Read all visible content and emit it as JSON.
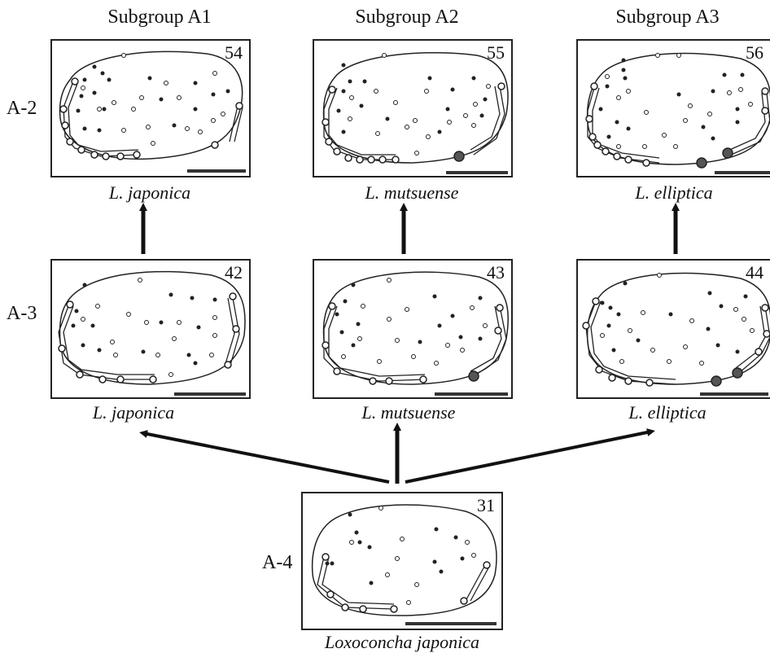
{
  "headers": {
    "a1": "Subgroup A1",
    "a2": "Subgroup A2",
    "a3": "Subgroup A3"
  },
  "row_labels": {
    "r2": "A-2",
    "r3": "A-3",
    "r4": "A-4"
  },
  "panels": {
    "p54": {
      "number": "54",
      "species": "L. japonica"
    },
    "p55": {
      "number": "55",
      "species": "L. mutsuense"
    },
    "p56": {
      "number": "56",
      "species": "L. elliptica"
    },
    "p42": {
      "number": "42",
      "species": "L. japonica"
    },
    "p43": {
      "number": "43",
      "species": "L. mutsuense"
    },
    "p44": {
      "number": "44",
      "species": "L. elliptica"
    },
    "p31": {
      "number": "31",
      "species": "Loxoconcha japonica"
    }
  },
  "colors": {
    "line": "#222222",
    "dot_filled": "#222222",
    "dot_open": "#ffffff",
    "big_dot": "#555555"
  }
}
